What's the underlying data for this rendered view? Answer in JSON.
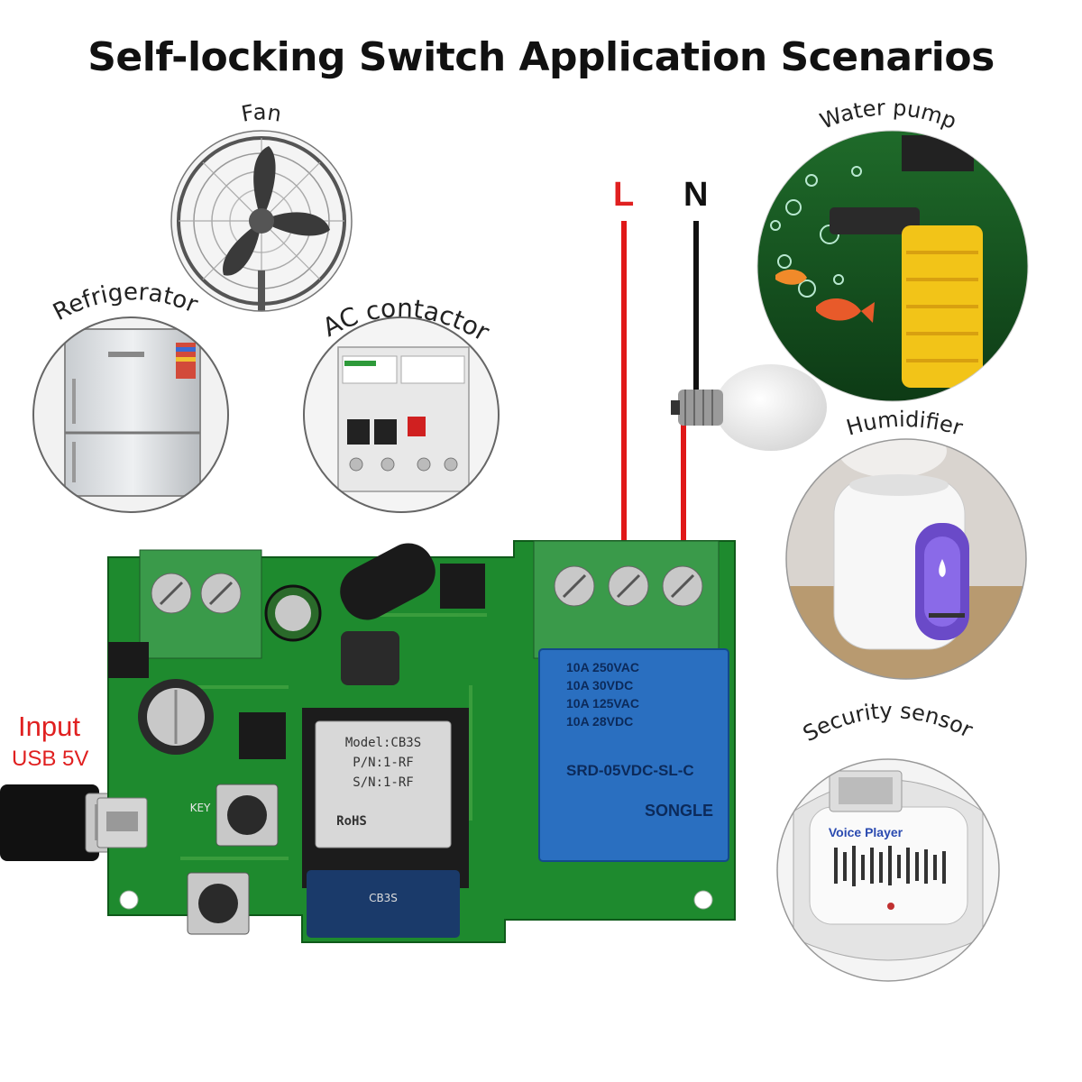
{
  "title": "Self-locking Switch Application Scenarios",
  "wires": {
    "live": "L",
    "neutral": "N"
  },
  "input": {
    "line1": "Input",
    "line2": "USB 5V"
  },
  "scenarios": {
    "fan": "Fan",
    "refrigerator": "Refrigerator",
    "ac_contactor": "AC contactor",
    "water_pump": "Water pump",
    "humidifier": "Humidifier",
    "security_sensor": "Security sensor"
  },
  "board": {
    "module_model": "Model:CB3S",
    "module_pn": "P/N:1-RF",
    "module_sn": "S/N:1-RF",
    "module_rohs": "RoHS",
    "module_silk": "CB3S",
    "relay_rating1": "10A 250VAC",
    "relay_rating2": "10A 30VDC",
    "relay_rating3": "10A 125VAC",
    "relay_rating4": "10A 28VDC",
    "relay_model": "SRD-05VDC-SL-C",
    "relay_brand": "SONGLE",
    "key_label": "KEY"
  },
  "devices": {
    "voice_player": "Voice Player"
  },
  "colors": {
    "pcb": "#1e8a2e",
    "terminal": "#3a9a4a",
    "relay": "#2a6fc0",
    "live_wire": "#e01818",
    "neutral_wire": "#111111"
  }
}
